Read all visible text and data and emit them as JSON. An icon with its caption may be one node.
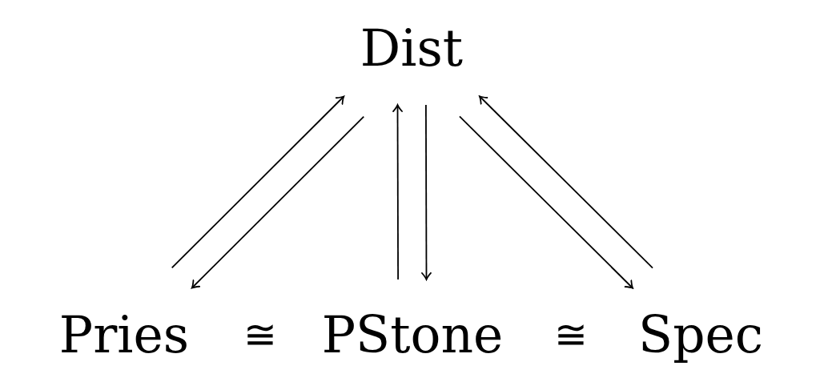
{
  "diagram": {
    "nodes": [
      {
        "text": [
          "Dist"
        ]
      },
      {
        "text": [
          "Pries"
        ]
      },
      {
        "text": [
          "PStone"
        ]
      },
      {
        "text": [
          "Spec"
        ]
      }
    ],
    "edges": [
      {
        "from": 1,
        "to": 0,
        "arrow": "to"
      },
      {
        "from": 0,
        "to": 1,
        "arrow": "to"
      },
      {
        "from": 2,
        "to": 0,
        "arrow": "to"
      },
      {
        "from": 0,
        "to": 2,
        "arrow": "to"
      },
      {
        "from": 3,
        "to": 0,
        "arrow": "to"
      },
      {
        "from": 0,
        "to": 3,
        "arrow": "to"
      }
    ],
    "labels": [
      "≅",
      "≅"
    ]
  }
}
